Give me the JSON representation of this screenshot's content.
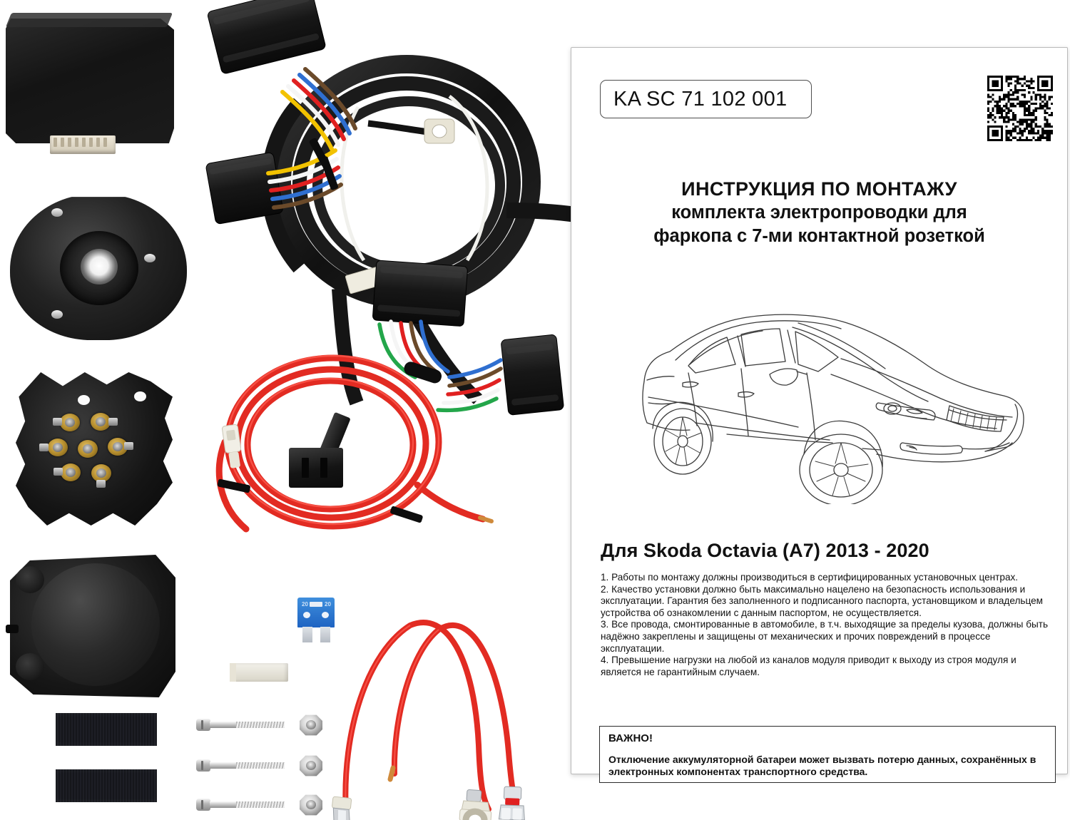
{
  "sheet": {
    "sku": "KA SC 71 102 001",
    "qr_icon": "qr-code-icon",
    "title_line1": "ИНСТРУКЦИЯ ПО МОНТАЖУ",
    "title_line2": "комплекта электропроводки для",
    "title_line3": "фаркопа с 7-ми контактной розеткой",
    "car_illustration_name": "skoda-octavia-line-drawing",
    "model_heading": "Для Skoda Octavia (A7) 2013 - 2020",
    "notes": [
      "1. Работы по монтажу должны производиться в сертифицированных установочных центрах.",
      "2. Качество установки должно быть максимально нацелено на безопасность использования и эксплуатации. Гарантия без заполненного и подписанного паспорта, установщиком и владельцем устройства об ознакомлении с данным паспортом, не осуществляется.",
      "3. Все провода, смонтированные в автомобиле, в т.ч. выходящие за пределы кузова,  должны быть надёжно закреплены и защищены от механических и прочих повреждений в процессе эксплуатации.",
      "4. Превышение нагрузки на любой из каналов модуля приводит к выходу из строя модуля и является не гарантийным случаем."
    ],
    "important_title": "ВАЖНО!",
    "important_body": "Отключение аккумуляторной батареи может вызвать потерю данных, сохранённых в электронных компонентах транспортного средства."
  },
  "parts": {
    "control_module": "control-module",
    "rubber_gasket": "rubber-gasket",
    "socket_rear": "socket-rear-terminals",
    "socket_body": "socket-body-cover",
    "velcro_1": "velcro-strip",
    "velcro_2": "velcro-strip",
    "screws": [
      "screw",
      "screw",
      "screw"
    ],
    "nuts": [
      "nut",
      "nut",
      "nut"
    ],
    "blade_fuse_left_label": "20",
    "blade_fuse_right_label": "20",
    "cable_clip": "cable-clip",
    "wiring_harness": "wiring-harness",
    "red_power_cable": "red-power-cable",
    "fuse_holder": "fuse-holder",
    "white_connector": "white-12pin-connector",
    "red_jumpers": "red-jumper-wires"
  },
  "colors": {
    "sheet_border": "#b9b9b9",
    "text": "#111111",
    "fuse_blue": "#2e77cf",
    "wire_red": "#e02020",
    "wire_yellow": "#f2c200",
    "wire_blue": "#2f6fd0",
    "wire_brown": "#6b4a2a",
    "wire_green": "#23a64a",
    "wire_white": "#f5f5f5",
    "black": "#101010"
  }
}
